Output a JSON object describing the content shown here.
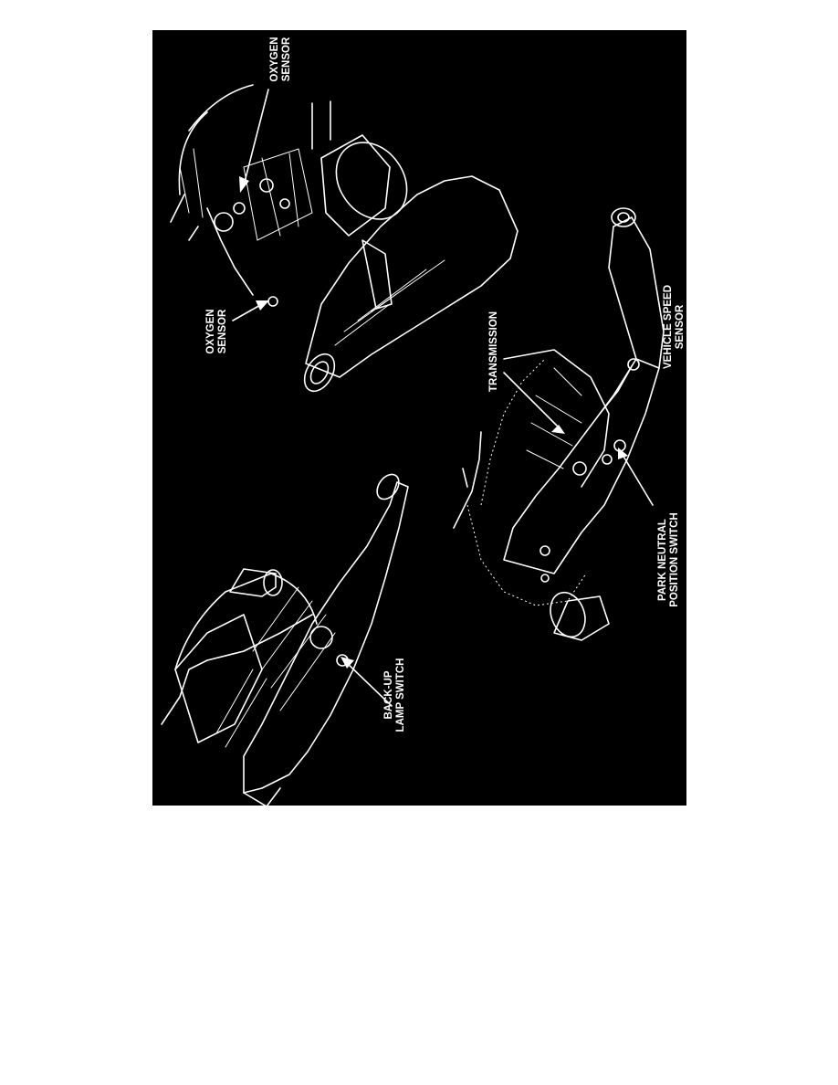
{
  "figure": {
    "background": "#000000",
    "line_color": "#ffffff",
    "callouts": [
      {
        "id": "oxygen-sensor-upper",
        "lines": [
          "OXYGEN",
          "SENSOR"
        ]
      },
      {
        "id": "oxygen-sensor-lower",
        "lines": [
          "OXYGEN",
          "SENSOR"
        ]
      },
      {
        "id": "transmission",
        "lines": [
          "TRANSMISSION"
        ]
      },
      {
        "id": "vehicle-speed-sensor",
        "lines": [
          "VEHICLE SPEED",
          "SENSOR"
        ]
      },
      {
        "id": "back-up-lamp-switch",
        "lines": [
          "BACK-UP",
          "LAMP SWITCH"
        ]
      },
      {
        "id": "park-neutral-position-switch",
        "lines": [
          "PARK NEUTRAL",
          "POSITION SWITCH"
        ]
      }
    ]
  }
}
